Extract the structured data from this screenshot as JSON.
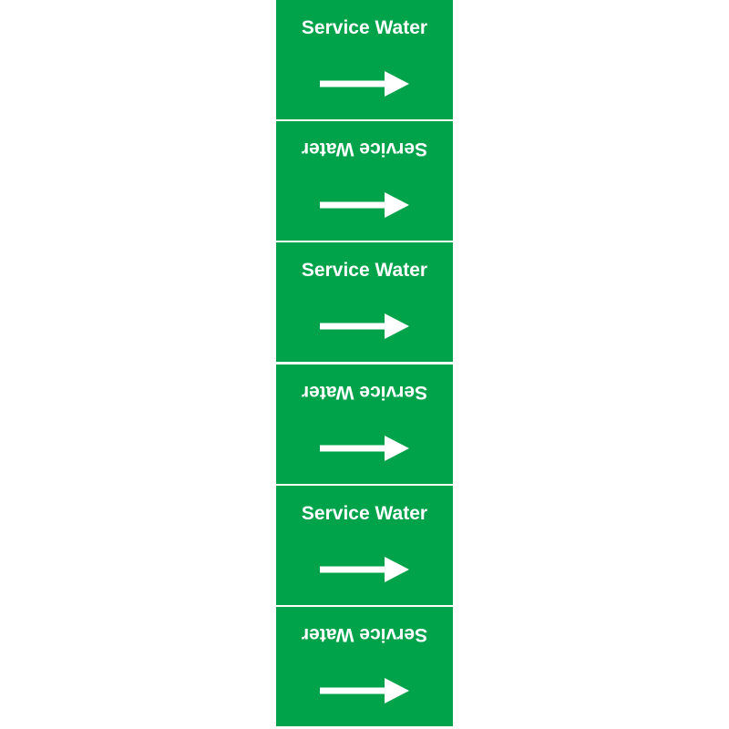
{
  "page": {
    "background_color": "#FFFFFF"
  },
  "marker": {
    "label": "Service Water",
    "panel_color": "#00A34A",
    "text_color": "#FFFFFF",
    "divider_color": "#FFFFFF",
    "arrow": {
      "direction": "right",
      "color": "#FFFFFF"
    },
    "panel_count": 6,
    "panels": [
      {
        "text_orientation": "upright"
      },
      {
        "text_orientation": "inverted"
      },
      {
        "text_orientation": "upright"
      },
      {
        "text_orientation": "inverted"
      },
      {
        "text_orientation": "upright"
      },
      {
        "text_orientation": "inverted"
      }
    ]
  }
}
